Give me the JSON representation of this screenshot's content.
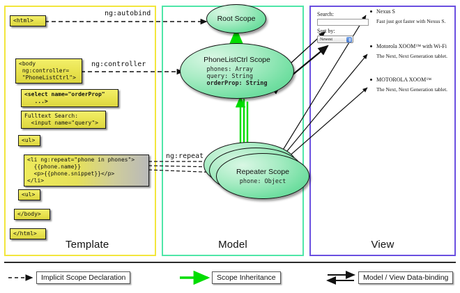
{
  "panels": {
    "template": {
      "title": "Template",
      "border_color": "#f2e63c"
    },
    "model": {
      "title": "Model",
      "border_color": "#4fe6a8"
    },
    "view": {
      "title": "View",
      "border_color": "#6a4fe0"
    }
  },
  "template_code": [
    {
      "id": "html-open",
      "text": "<html>"
    },
    {
      "id": "body-open",
      "text": "<body\n ng:controller=\n \"PhoneListCtrl\">"
    },
    {
      "id": "select-tag",
      "text": "<select name=\"orderProp\"\n   ...>"
    },
    {
      "id": "search-input",
      "text": "Fulltext Search:\n  <input name=\"query\">"
    },
    {
      "id": "ul-open",
      "text": "<ul>"
    },
    {
      "id": "li-repeat",
      "text": "<li ng:repeat=\"phone in phones\">\n  {{phone.name}}\n  <p>{{phone.snippet}}</p>\n</li>"
    },
    {
      "id": "ul-close",
      "text": "<ul>"
    },
    {
      "id": "body-close",
      "text": "</body>"
    },
    {
      "id": "html-close",
      "text": "</html>"
    }
  ],
  "connector_labels": {
    "autobind": "ng:autobind",
    "controller": "ng:controller",
    "repeat": "ng:repeat"
  },
  "scopes": [
    {
      "id": "root",
      "name": "Root\nScope",
      "props": ""
    },
    {
      "id": "ctrl",
      "name": "PhoneListCtrl\nScope",
      "props": "phones: Array\nquery: String\norderProp: String",
      "bold_prop": "orderProp: String"
    },
    {
      "id": "repeater",
      "name": "Repeater\nScope",
      "props": "phone: Object"
    }
  ],
  "view": {
    "search_label": "Search:",
    "search_value": "",
    "sort_label": "Sort by:",
    "sort_selected": "Newest",
    "sort_options": [
      "Newest"
    ],
    "phones": [
      {
        "name": "Nexus S",
        "snippet": "Fast just got faster with Nexus S."
      },
      {
        "name": "Motorola XOOM™  with Wi-Fi",
        "snippet": "The Next, Next Generation tablet."
      },
      {
        "name": "MOTOROLA XOOM™",
        "snippet": "The Next, Next Generation tablet."
      }
    ]
  },
  "legend": [
    {
      "id": "implicit",
      "label": "Implicit Scope Declaration",
      "arrow": "dashed-black"
    },
    {
      "id": "inheritance",
      "label": "Scope Inheritance",
      "arrow": "solid-green"
    },
    {
      "id": "databinding",
      "label": "Model / View Data-binding",
      "arrow": "double-black"
    }
  ],
  "colors": {
    "green_arrow": "#00dd00",
    "code_yellow": "#e8e24e",
    "scope_green": "#72dfa2"
  }
}
